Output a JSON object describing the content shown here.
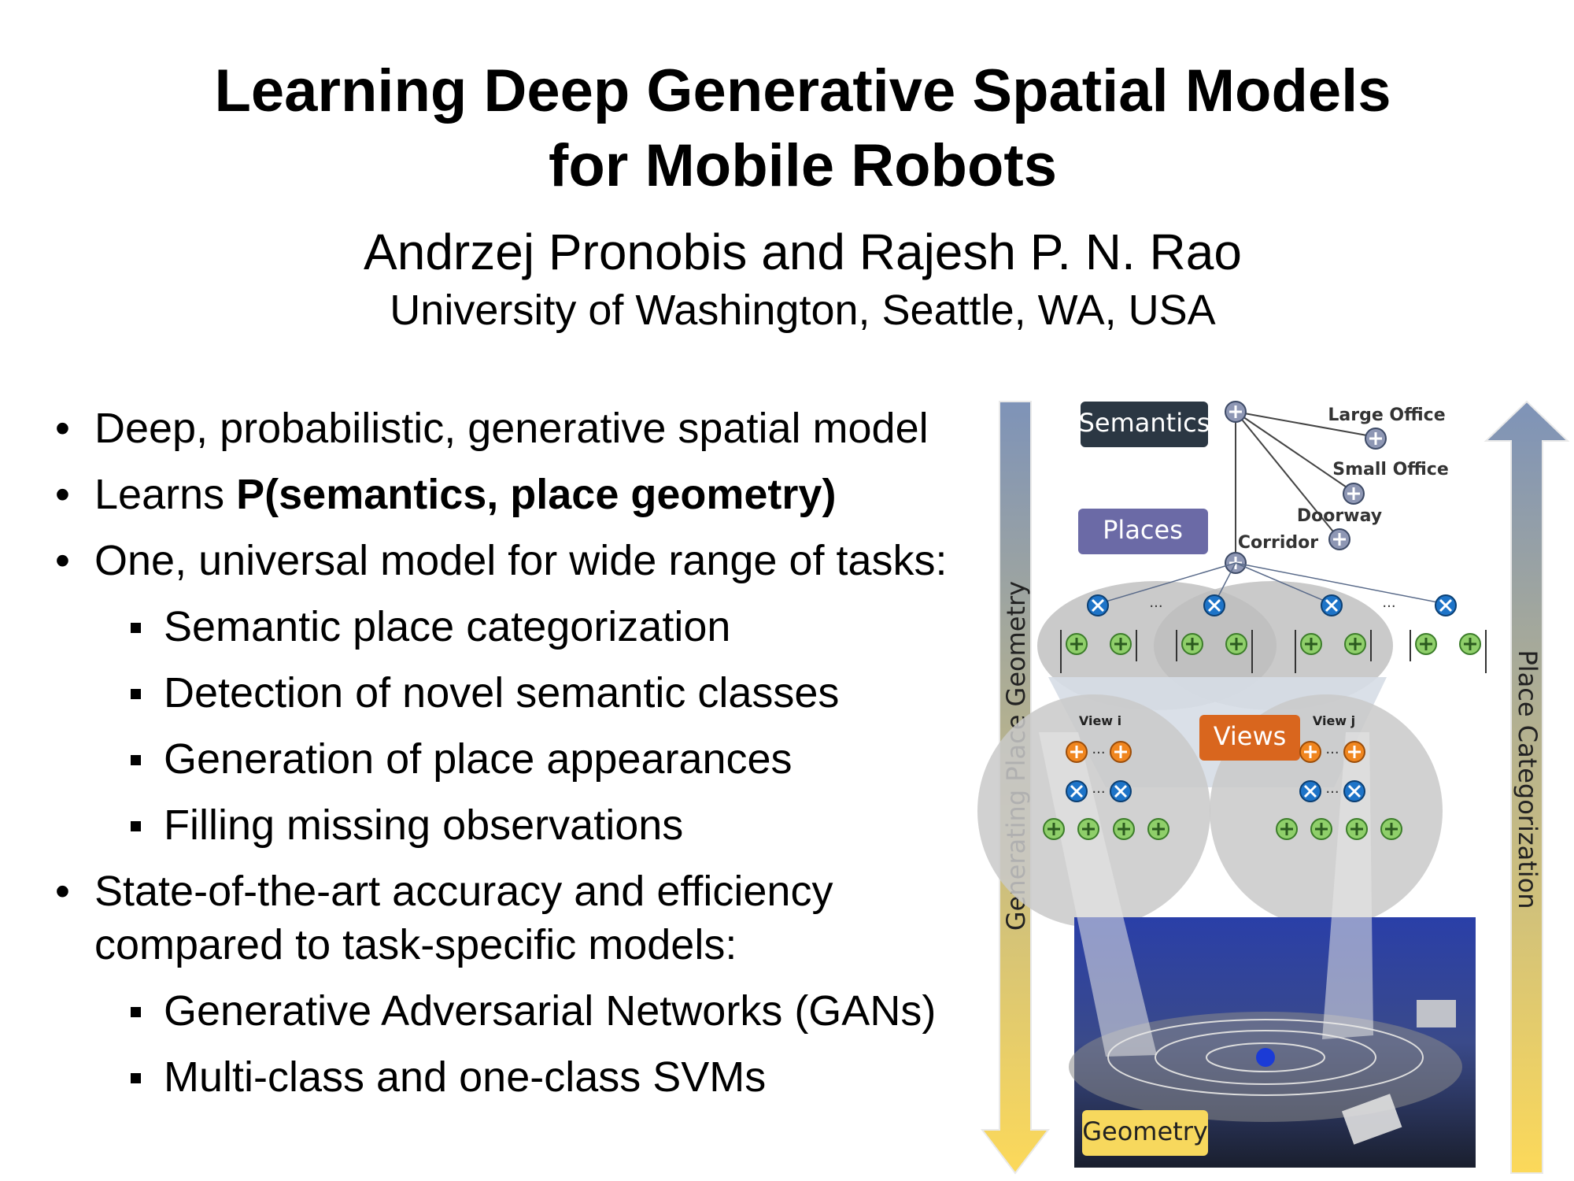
{
  "title_line1": "Learning Deep Generative Spatial Models",
  "title_line2": "for Mobile Robots",
  "authors": "Andrzej Pronobis and Rajesh P. N. Rao",
  "affiliation": "University of Washington, Seattle, WA, USA",
  "bullets": [
    "Deep, probabilistic, generative spatial model",
    {
      "prefix": "Learns ",
      "bold": "P(semantics, place geometry)"
    },
    "One, universal model for wide range of tasks:",
    "Semantic place categorization",
    "Detection of novel semantic classes",
    "Generation of place appearances",
    "Filling missing observations",
    "State-of-the-art accuracy and efficiency",
    "compared to task-specific models:",
    "Generative Adversarial Networks (GANs)",
    "Multi-class and one-class SVMs"
  ],
  "diagram": {
    "left_arrow_label": "Generating Place Geometry",
    "right_arrow_label": "Place Categorization",
    "semantics_label": "Semantics",
    "places_label": "Places",
    "views_label": "Views",
    "geometry_label": "Geometry",
    "classes": [
      "Large Office",
      "Small Office",
      "Doorway",
      "Corridor"
    ],
    "view_i": "View i",
    "view_j": "View j",
    "ellipsis": "...",
    "colors": {
      "semantics_box": "#2b3743",
      "places_box": "#6b6aa6",
      "views_box": "#d9661e",
      "geometry_box": "#f7d85d",
      "product_node": "#1e74c8",
      "sum_node": "#8fcf6a",
      "view_sum_node": "#f0861f",
      "arrow_top": "#7e93b8",
      "arrow_bottom": "#fcd95a"
    }
  }
}
